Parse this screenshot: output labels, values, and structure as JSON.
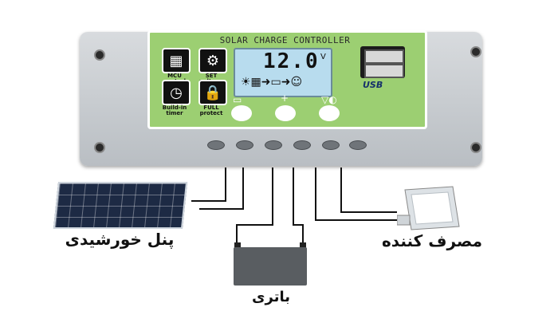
{
  "controller": {
    "brand": "SOLAR CHARGE CONTROLLER",
    "features": [
      {
        "label": "MCU control",
        "icon": "chip-icon"
      },
      {
        "label": "SET voltage",
        "icon": "gear-icon"
      },
      {
        "label": "Build-in timer",
        "icon": "clock-icon"
      },
      {
        "label": "FULL protect",
        "icon": "lock-icon"
      }
    ],
    "display": {
      "voltage": "12.0",
      "unit": "V"
    },
    "usb_label": "USB"
  },
  "labels": {
    "solar_panel": "پنل خورشیدی",
    "battery": "باتری",
    "load": "مصرف کننده"
  },
  "colors": {
    "panel_green": "#9ccf72",
    "lcd_blue": "#b8dcee",
    "body_gray": "#c8ccd0"
  }
}
